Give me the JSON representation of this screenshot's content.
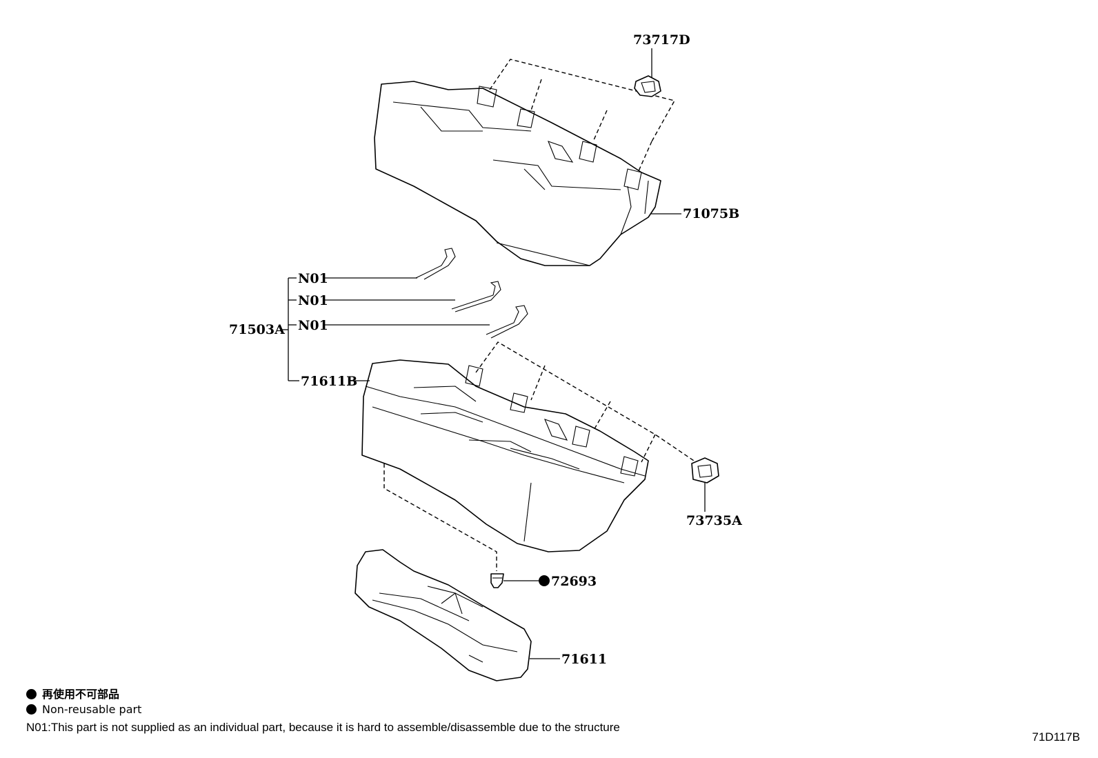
{
  "callouts": {
    "p73717D": "73717D",
    "p71075B": "71075B",
    "p71503A": "71503A",
    "n01a": "N01",
    "n01b": "N01",
    "n01c": "N01",
    "p71611B": "71611B",
    "p73735A": "73735A",
    "p72693": "72693",
    "p71611": "71611"
  },
  "legend": {
    "jp": "再使用不可部品",
    "en": "Non-reusable part"
  },
  "note": "N01:This part is not supplied as an individual part, because it is hard to assemble/disassemble due to the structure",
  "diagram_code": "71D117B"
}
